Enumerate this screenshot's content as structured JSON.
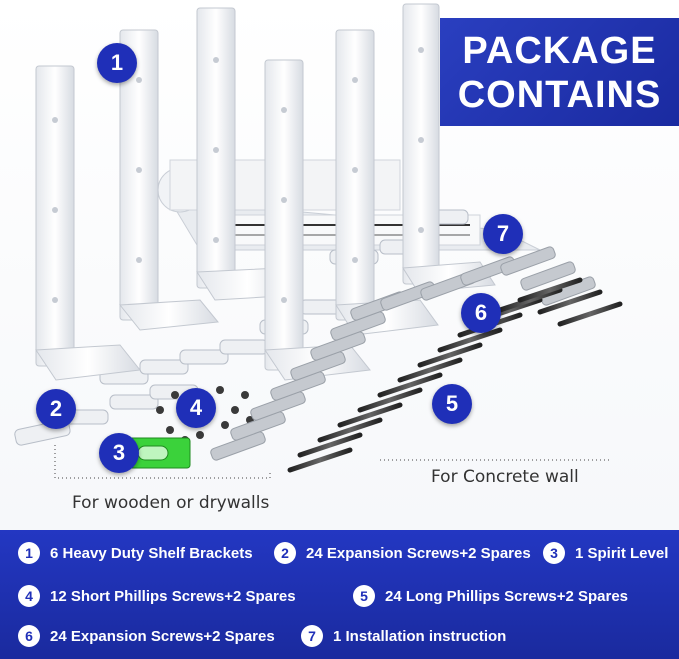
{
  "header": {
    "line1": "PACKAGE",
    "line2": "CONTAINS"
  },
  "badges": [
    "1",
    "2",
    "3",
    "4",
    "5",
    "6",
    "7"
  ],
  "captions": {
    "wooden": "For wooden or drywalls",
    "concrete": "For Concrete wall"
  },
  "legend": [
    {
      "num": "1",
      "text": "6 Heavy Duty Shelf Brackets"
    },
    {
      "num": "2",
      "text": "24 Expansion Screws+2 Spares"
    },
    {
      "num": "3",
      "text": "1 Spirit Level"
    },
    {
      "num": "4",
      "text": "12 Short Phillips Screws+2 Spares"
    },
    {
      "num": "5",
      "text": "24 Long Phillips Screws+2 Spares"
    },
    {
      "num": "6",
      "text": "24 Expansion Screws+2 Spares"
    },
    {
      "num": "7",
      "text": "1 Installation instruction"
    }
  ],
  "colors": {
    "accent": "#1f2fb8",
    "level": "#3bd23b",
    "bracket": "#ffffff"
  }
}
